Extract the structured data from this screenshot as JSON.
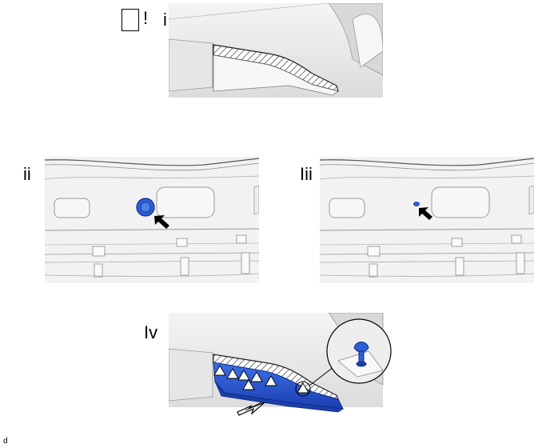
{
  "header": {
    "icon": "square-box-icon",
    "mark": "!"
  },
  "steps": [
    {
      "label": "i"
    },
    {
      "label": "ii"
    },
    {
      "label": "Iii"
    },
    {
      "label": "Iv"
    }
  ],
  "footer": {
    "code": "d"
  },
  "colors": {
    "clip_blue": "#2c5fd6",
    "panel_gray": "#ececec",
    "line": "#6e6e6e"
  }
}
